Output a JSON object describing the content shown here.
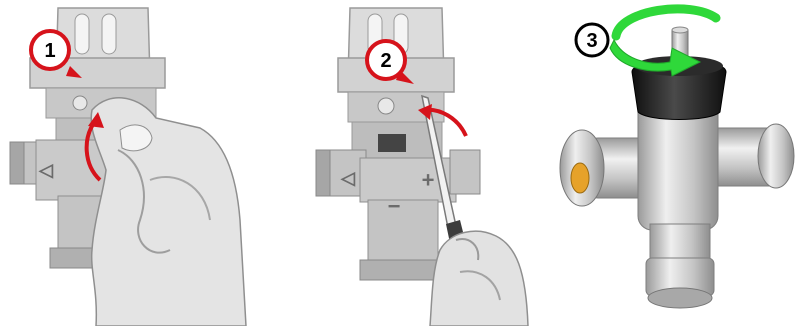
{
  "steps": [
    {
      "number": "1",
      "marker_color": "#d6131b"
    },
    {
      "number": "2",
      "marker_color": "#d6131b"
    },
    {
      "number": "3",
      "marker_color": "#000000"
    }
  ],
  "valve_symbols": {
    "plus": "+",
    "minus": "−",
    "arrow_left": "◁"
  },
  "colors": {
    "red_accent": "#d6131b",
    "green_arrow": "#2fd83a",
    "valve_gray": "#cfcfcf",
    "knob_black": "#1e1e1e",
    "brass": "#e6a22a"
  }
}
